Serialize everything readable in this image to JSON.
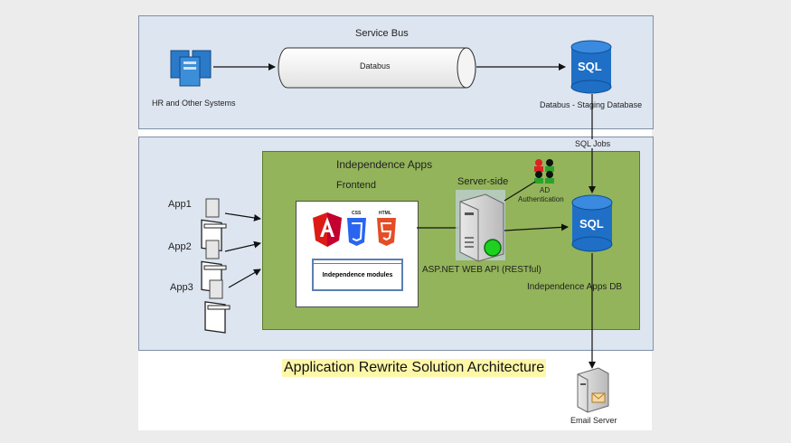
{
  "service_bus": {
    "title": "Service Bus",
    "hr_label": "HR and Other Systems",
    "databus_label": "Databus",
    "staging_db_label": "Databus - Staging Database",
    "sql_text": "SQL"
  },
  "sql_jobs_label": "SQL Jobs",
  "independence": {
    "title": "Independence Apps",
    "frontend_label": "Frontend",
    "serverside_label": "Server-side",
    "ad_label_1": "AD",
    "ad_label_2": "Authentication",
    "api_label": "ASP.NET WEB API (RESTful)",
    "db_label": "Independence Apps DB",
    "db_sql_text": "SQL",
    "modules_label": "Independence modules",
    "css_badge": "CSS",
    "html_badge": "HTML"
  },
  "apps": [
    "App1",
    "App2",
    "App3"
  ],
  "email_server_label": "Email Server",
  "diagram_title": "Application Rewrite Solution Architecture",
  "colors": {
    "panel_bg": "#dde5f0",
    "green_box": "#93b45a",
    "sql_blue": "#1f6fc6",
    "title_highlight": "#fff7a8",
    "angular_red": "#dd1b16",
    "css3_blue": "#2965f1",
    "html5_orange": "#e44d26"
  }
}
